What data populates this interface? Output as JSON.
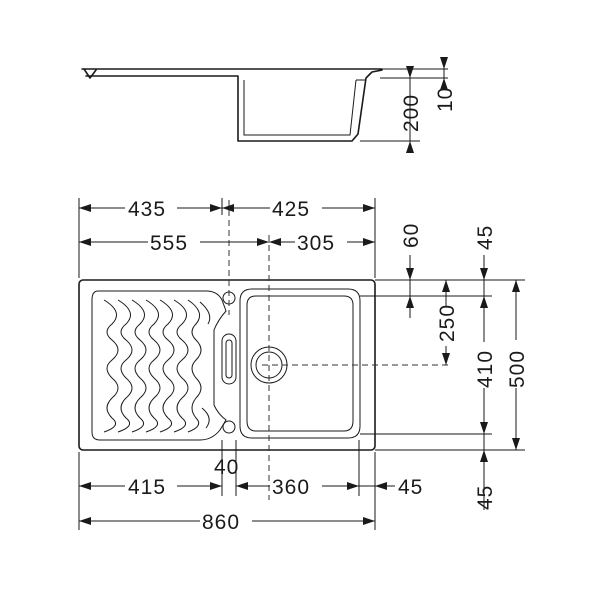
{
  "side_view": {
    "depth_label": "200",
    "rim_label": "10"
  },
  "top_view": {
    "width_left_label": "435",
    "width_right_label": "425",
    "axis_left_label": "555",
    "axis_right_label": "305",
    "edge_to_bowl_top_label": "60",
    "edge_top_label": "45",
    "drain_offset_label": "250",
    "bowl_height_label": "410",
    "overall_depth_label": "500",
    "drainer_gap_label": "40",
    "drainer_width_label": "415",
    "bowl_width_label": "360",
    "edge_right_label": "45",
    "edge_bottom_label": "45",
    "overall_width_label": "860"
  }
}
